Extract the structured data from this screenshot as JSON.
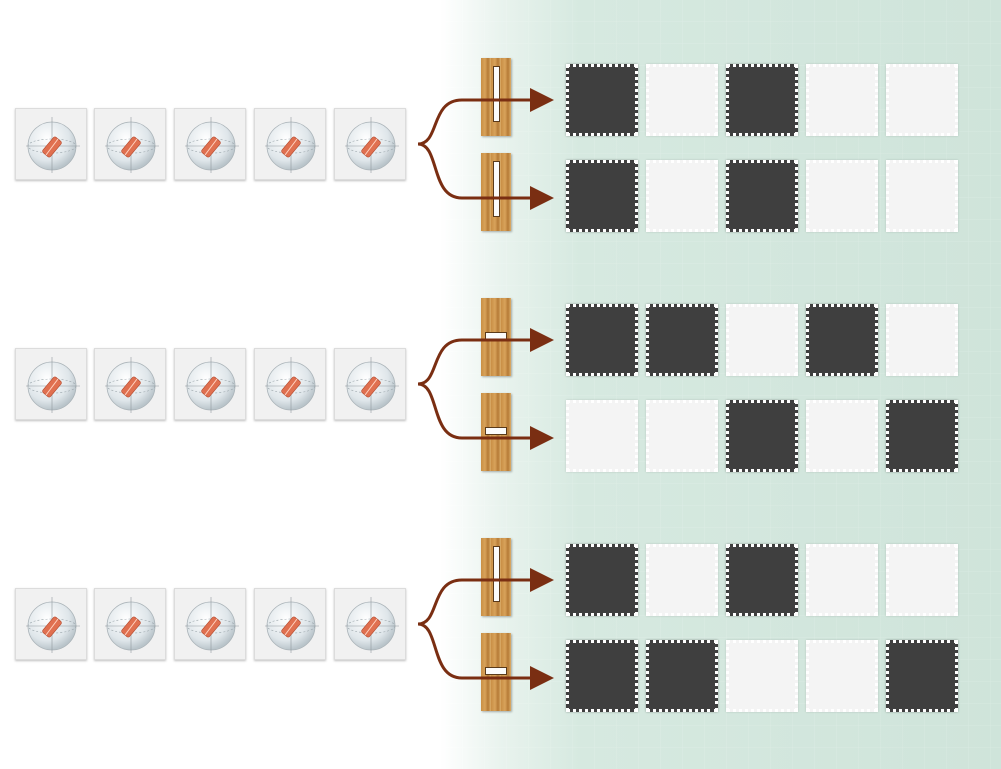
{
  "groups": [
    {
      "detector_orientation": "vertical",
      "outputs": [
        [
          1,
          0,
          1,
          0,
          0
        ],
        [
          1,
          0,
          1,
          0,
          0
        ]
      ]
    },
    {
      "detector_orientation": "horizontal",
      "outputs": [
        [
          1,
          1,
          0,
          1,
          0
        ],
        [
          0,
          0,
          1,
          0,
          1
        ]
      ]
    },
    {
      "detector_orientation": "vertical-then-horizontal",
      "outputs": [
        [
          1,
          0,
          1,
          0,
          0
        ],
        [
          1,
          1,
          0,
          0,
          1
        ]
      ]
    }
  ],
  "photons_per_group": 5,
  "colors": {
    "cell_on": "#3f3f3f",
    "cell_off": "#f4f4f4",
    "wood": "#c98f45",
    "arrow": "#7a2e12",
    "polarizer_bar": "#e07050",
    "background_tint": "#d6e9e0"
  }
}
